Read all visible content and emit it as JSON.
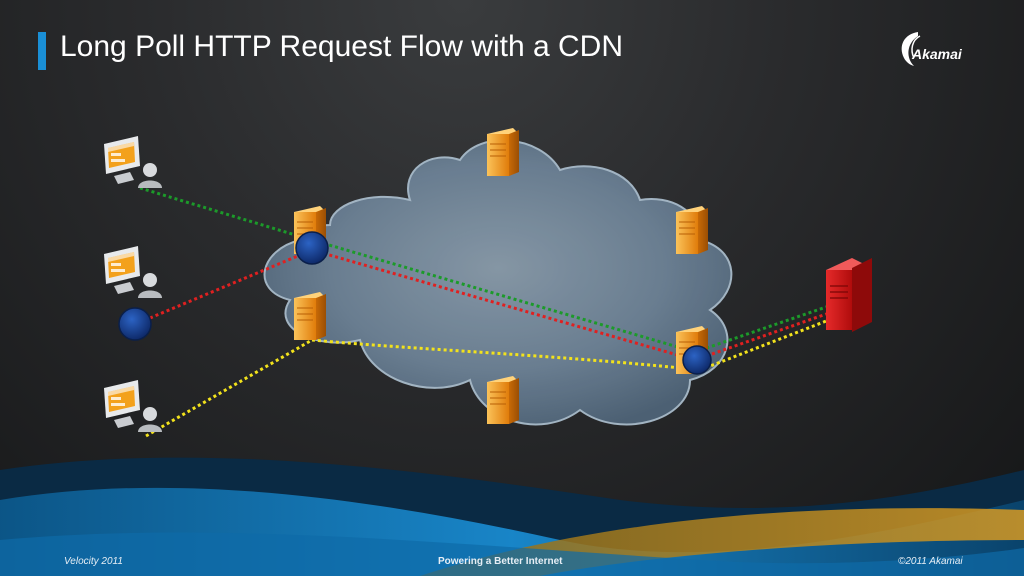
{
  "slide": {
    "title": "Long Poll HTTP Request Flow with a CDN",
    "logo_text": "Akamai"
  },
  "footer": {
    "left": "Velocity 2011",
    "center": "Powering a Better Internet",
    "right": "©2011 Akamai"
  },
  "colors": {
    "accent": "#1a8fd6",
    "green_flow": "#1c9a2a",
    "red_flow": "#e02020",
    "yellow_flow": "#f2e21c",
    "origin_server": "#cc1010",
    "edge_server": "#f5a21b",
    "connection_node": "#143a8a"
  },
  "icons": [
    "client-computer-icon",
    "user-icon",
    "edge-server-icon",
    "origin-server-icon",
    "connection-node-icon",
    "akamai-logo-icon"
  ]
}
